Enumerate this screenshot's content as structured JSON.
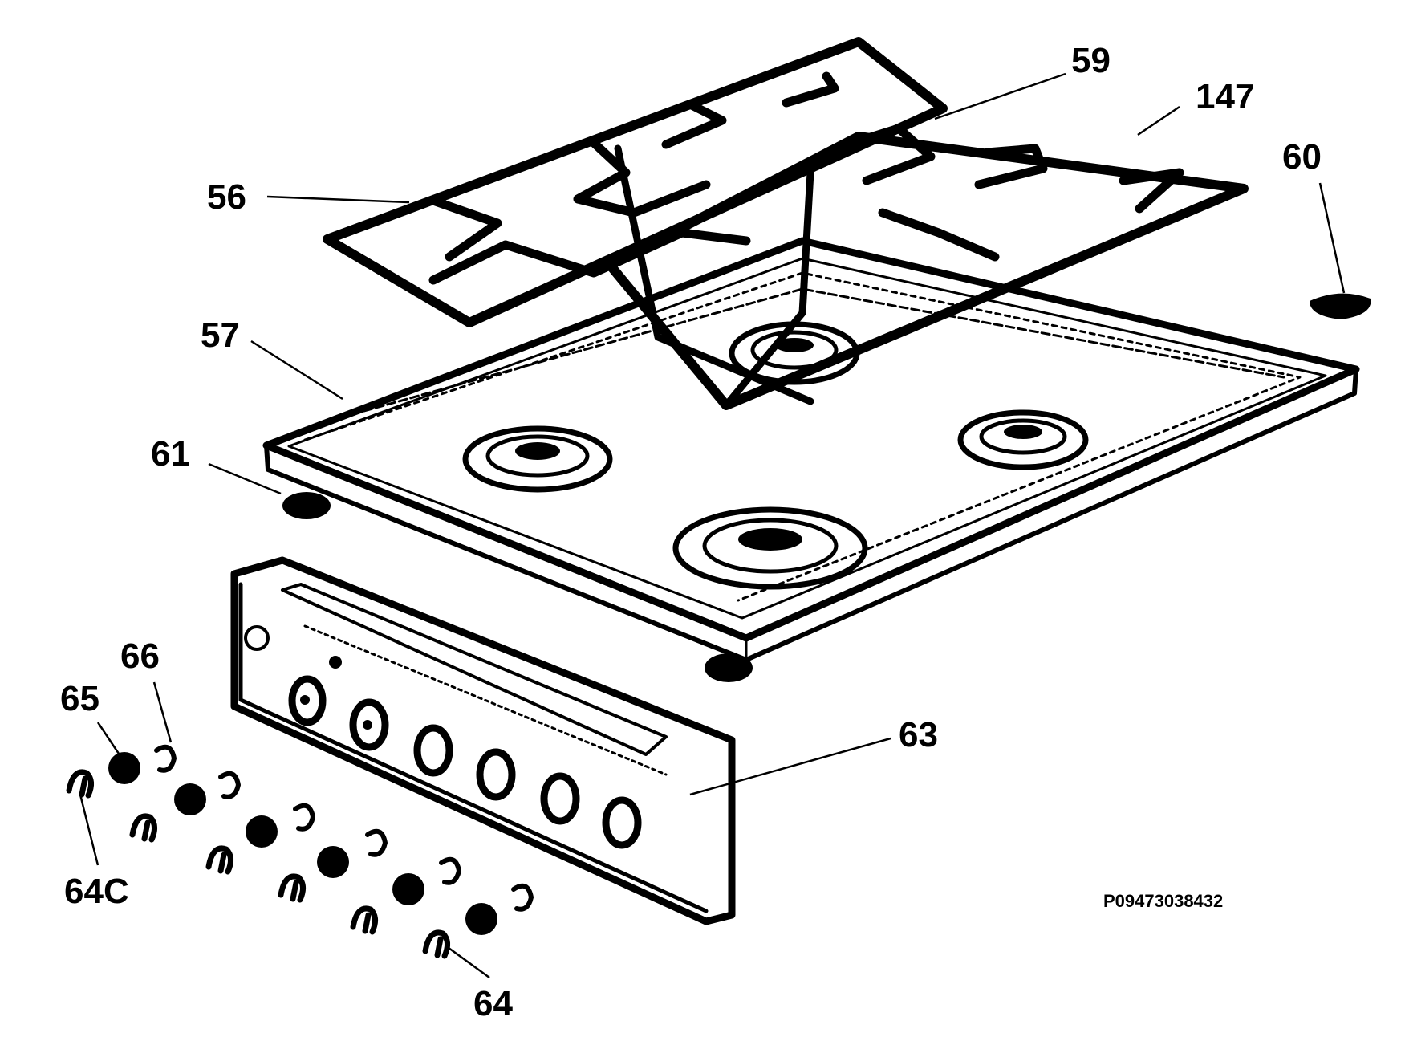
{
  "diagram": {
    "callouts": [
      {
        "id": "56",
        "text": "56"
      },
      {
        "id": "57",
        "text": "57"
      },
      {
        "id": "59",
        "text": "59"
      },
      {
        "id": "60",
        "text": "60"
      },
      {
        "id": "61",
        "text": "61"
      },
      {
        "id": "63",
        "text": "63"
      },
      {
        "id": "64",
        "text": "64"
      },
      {
        "id": "64C",
        "text": "64C"
      },
      {
        "id": "65",
        "text": "65"
      },
      {
        "id": "66",
        "text": "66"
      },
      {
        "id": "147",
        "text": "147"
      }
    ],
    "drawing_code": "P09473038432"
  },
  "colors": {
    "ink": "#000000",
    "background": "#ffffff"
  }
}
